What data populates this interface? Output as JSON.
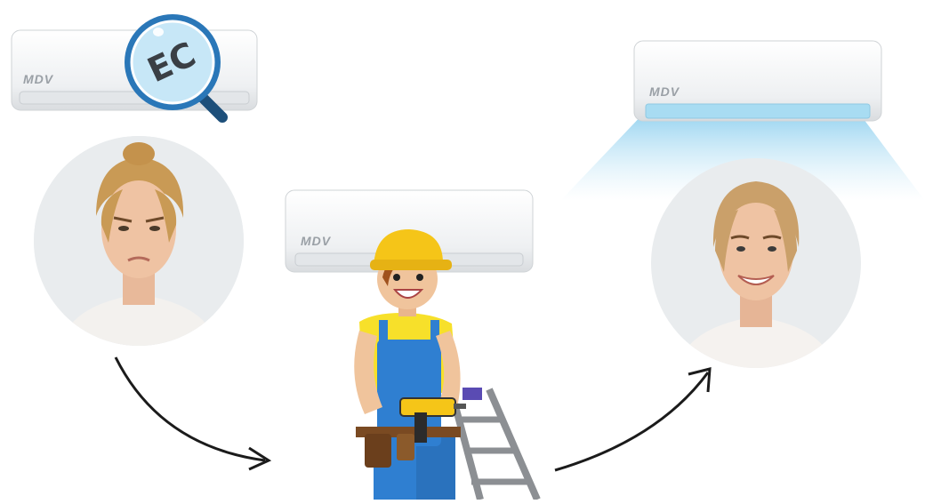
{
  "units": {
    "left": {
      "brand": "MDV",
      "badge_text": "EC"
    },
    "center": {
      "brand": "MDV"
    },
    "right": {
      "brand": "MDV"
    }
  },
  "people": {
    "before": {
      "expression": "unhappy"
    },
    "after": {
      "expression": "smiling"
    }
  },
  "technician": {
    "role": "installer"
  },
  "colors": {
    "ac_body": "#f4f5f6",
    "ac_shadow": "#d7dadd",
    "airflow": "#a8dcf2",
    "magnifier_lens": "#bfe4f6",
    "magnifier_rim": "#2a77b8",
    "helmet": "#f5c518",
    "overalls": "#2f7fd1",
    "shirt": "#f7e02a",
    "arrow": "#1b1b1b"
  },
  "icons": [
    "magnifier-icon",
    "curved-arrow-icon",
    "curved-arrow-icon"
  ]
}
